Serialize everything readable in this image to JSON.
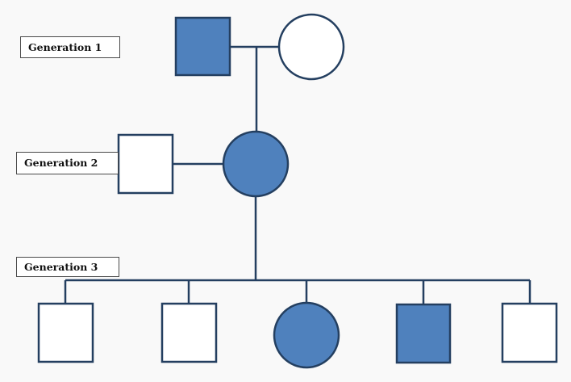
{
  "labels": {
    "generation_1": "Generation 1",
    "generation_2": "Generation 2",
    "generation_3": "Generation 3"
  },
  "colors": {
    "affected": "#4f81bd",
    "unaffected": "#ffffff",
    "line": "#243f60",
    "background": "#f9f9f9"
  },
  "pedigree": {
    "generation_1": [
      {
        "sex": "male",
        "affected": true
      },
      {
        "sex": "female",
        "affected": false
      }
    ],
    "generation_2": [
      {
        "sex": "male",
        "affected": false
      },
      {
        "sex": "female",
        "affected": true
      }
    ],
    "generation_3": [
      {
        "sex": "male",
        "affected": false
      },
      {
        "sex": "male",
        "affected": false
      },
      {
        "sex": "female",
        "affected": true
      },
      {
        "sex": "male",
        "affected": true
      },
      {
        "sex": "male",
        "affected": false
      }
    ]
  }
}
